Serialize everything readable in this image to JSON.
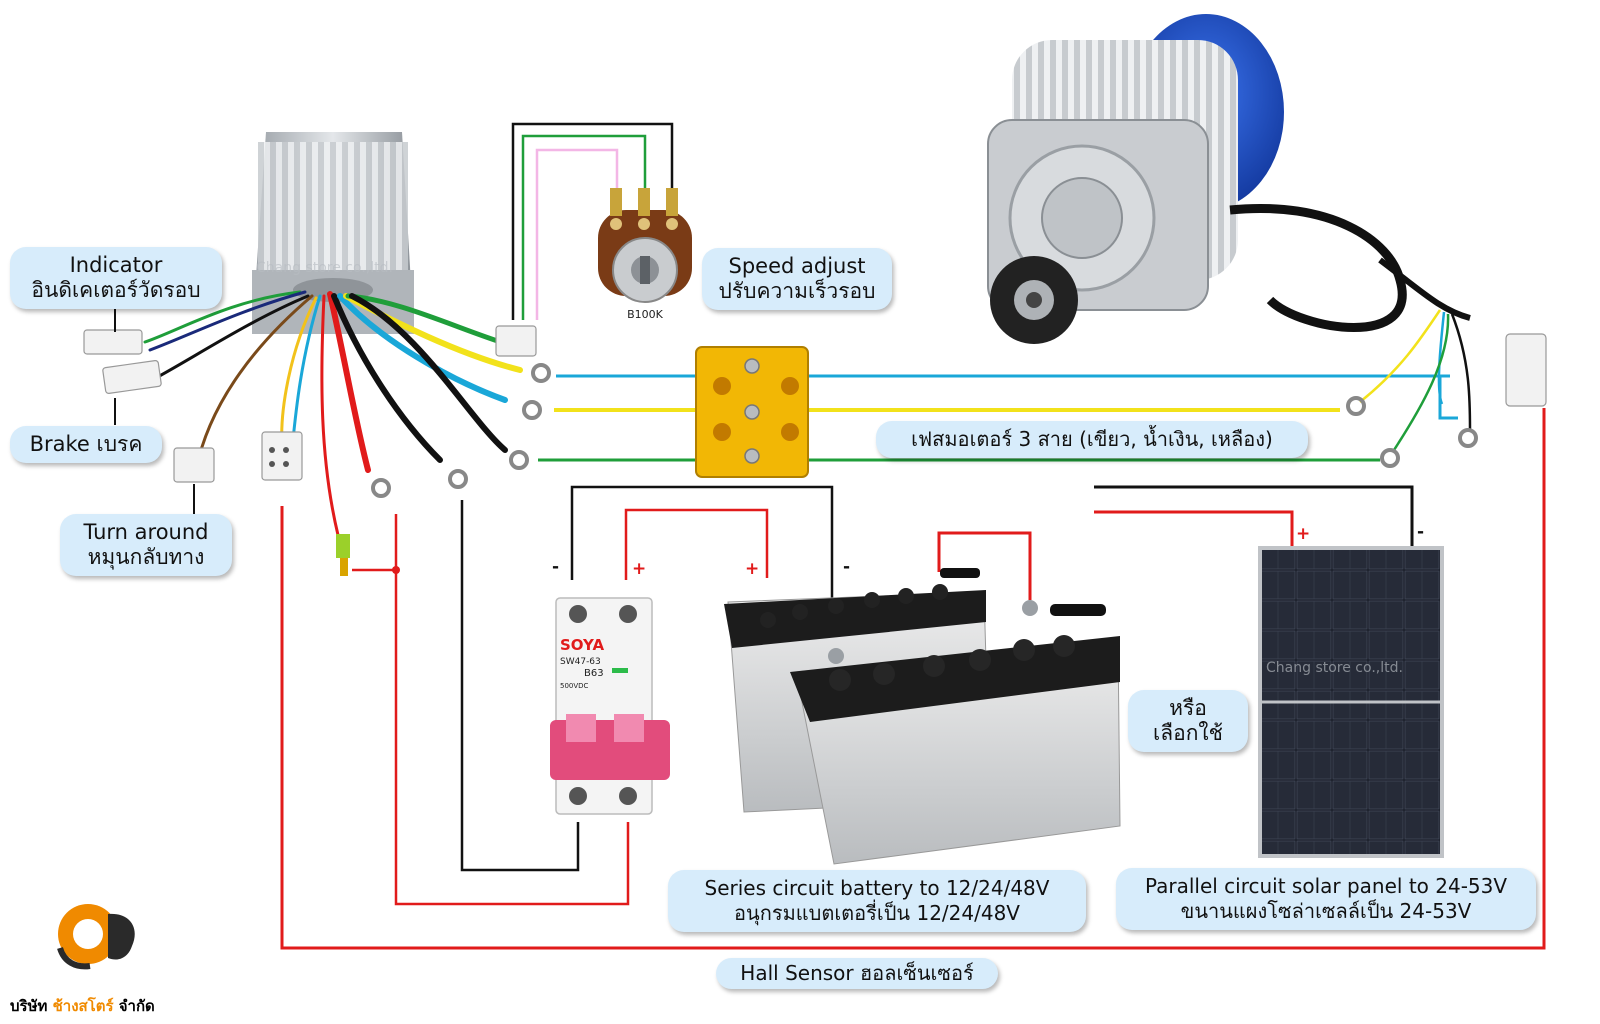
{
  "labels": {
    "indicator": {
      "line1": "Indicator",
      "line2": "อินดิเคเตอร์วัดรอบ"
    },
    "speed_adjust": {
      "line1": "Speed adjust",
      "line2": "ปรับความเร็วรอบ"
    },
    "brake": {
      "line1": "Brake เบรค"
    },
    "turn_around": {
      "line1": "Turn around",
      "line2": "หมุนกลับทาง"
    },
    "motor_phase": {
      "line1": "เฟสมอเตอร์ 3 สาย (เขียว, น้ำเงิน, เหลือง)"
    },
    "or_choose": {
      "line1": "หรือ",
      "line2": "เลือกใช้"
    },
    "series_battery": {
      "line1": "Series circuit battery to 12/24/48V",
      "line2": "อนุกรมแบตเตอรี่เป็น 12/24/48V"
    },
    "parallel_solar": {
      "line1": "Parallel circuit solar panel to 24-53V",
      "line2": "ขนานแผงโซล่าเซลล์เป็น 24-53V"
    },
    "hall_sensor": {
      "line1": "Hall Sensor ฮอลเซ็นเซอร์"
    }
  },
  "polarity": {
    "breaker_minus": "-",
    "breaker_plus": "+",
    "battery_plus": "+",
    "battery_minus": "-",
    "solar_plus": "+",
    "solar_minus": "-"
  },
  "components": {
    "potentiometer_marking": "B100K",
    "breaker_brand": "SOYA",
    "breaker_model": "SW47-63",
    "breaker_rating": "B63",
    "breaker_voltage": "500VDC",
    "watermark": "Chang store co.,ltd."
  },
  "brand": {
    "prefix": "บริษัท",
    "name": "ช้างสโตร์",
    "suffix": "จำกัด"
  },
  "colors": {
    "wire_red": "#e11b1b",
    "wire_black": "#111111",
    "wire_green": "#1f9e3a",
    "wire_blue": "#1aa7d8",
    "wire_yellow": "#f2e21b",
    "wire_pink": "#f3b6e6",
    "label_bg": "#d7ecfb",
    "terminal_block": "#f2b705",
    "motor_cover": "#1f54c9",
    "brand_orange": "#f08a00"
  }
}
